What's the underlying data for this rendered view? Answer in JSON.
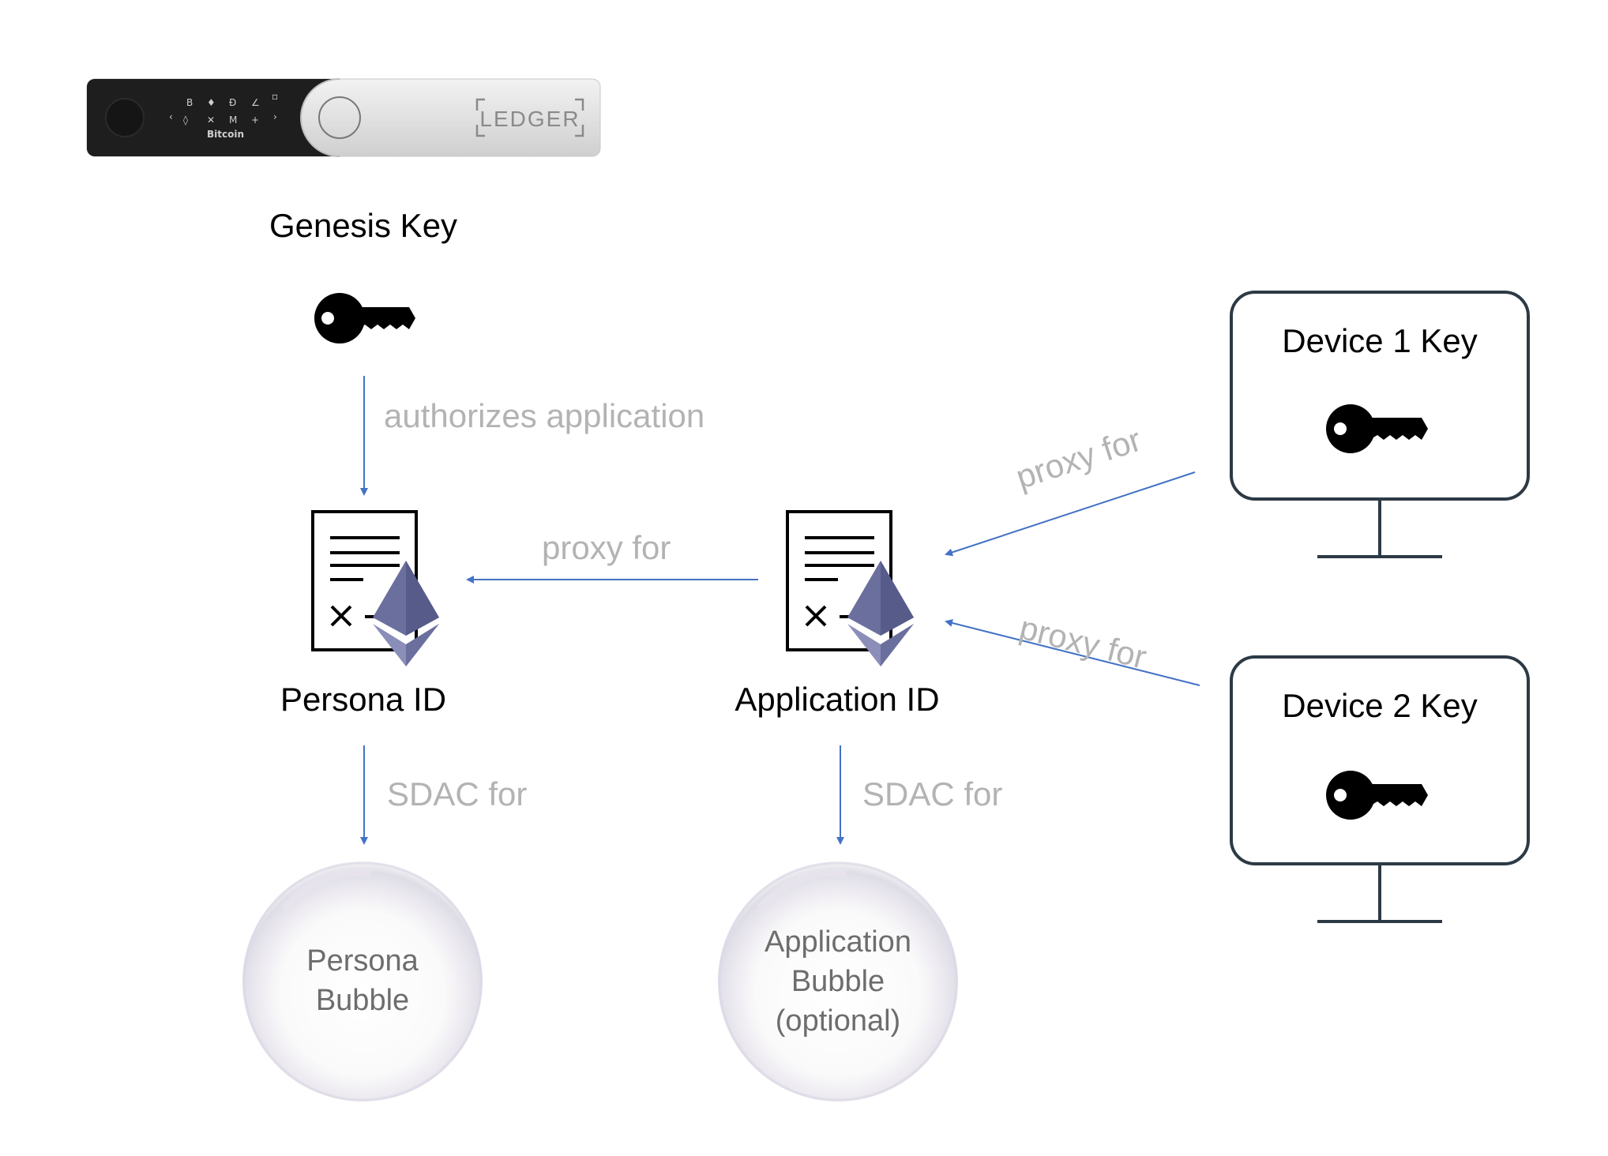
{
  "device": {
    "brand": "LEDGER",
    "screen_text": "Bitcoin"
  },
  "nodes": {
    "genesis_key": "Genesis Key",
    "persona_id": "Persona ID",
    "application_id": "Application ID",
    "device1_key": "Device 1 Key",
    "device2_key": "Device 2 Key",
    "persona_bubble": [
      "Persona",
      "Bubble"
    ],
    "application_bubble": [
      "Application",
      "Bubble",
      "(optional)"
    ]
  },
  "edges": {
    "authorizes": "authorizes application",
    "proxy_app_to_persona": "proxy for",
    "proxy_device1": "proxy for",
    "proxy_device2": "proxy for",
    "sdac_persona": "SDAC for",
    "sdac_application": "SDAC for"
  },
  "colors": {
    "arrow": "#4472c4",
    "edge_label": "#b3b3b3",
    "monitor_stroke": "#2d3a45",
    "eth": "#6b6f9e"
  }
}
